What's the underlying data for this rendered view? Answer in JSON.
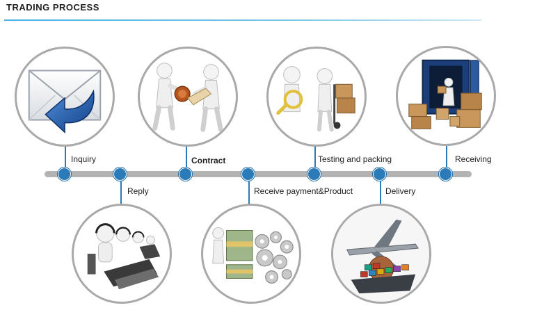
{
  "title": "TRADING PROCESS",
  "steps": [
    {
      "id": "inquiry",
      "label": "Inquiry",
      "position": "top",
      "bold": false,
      "icon": "envelope-arrow-icon"
    },
    {
      "id": "reply",
      "label": "Reply",
      "position": "bottom",
      "bold": false,
      "icon": "call-center-icon"
    },
    {
      "id": "contract",
      "label": "Contract",
      "position": "top",
      "bold": true,
      "icon": "handshake-contract-icon"
    },
    {
      "id": "receive-payment",
      "label": "Receive payment&Product",
      "position": "bottom",
      "bold": false,
      "icon": "money-gears-icon"
    },
    {
      "id": "testing-packing",
      "label": "Testing and packing",
      "position": "top",
      "bold": false,
      "icon": "magnifier-boxes-icon"
    },
    {
      "id": "delivery",
      "label": "Delivery",
      "position": "bottom",
      "bold": false,
      "icon": "plane-ship-icon"
    },
    {
      "id": "receiving",
      "label": "Receiving",
      "position": "top",
      "bold": false,
      "icon": "container-boxes-icon"
    }
  ],
  "colors": {
    "accent": "#2b7bb9",
    "bar": "#b3b3b3",
    "header_rule": "#4ab2df",
    "circle_border": "#a9a9a9"
  }
}
